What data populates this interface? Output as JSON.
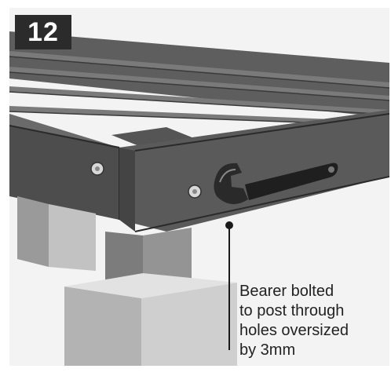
{
  "step": {
    "number": "12"
  },
  "callout": {
    "lines": [
      "Bearer bolted",
      "to post through",
      "holes oversized",
      "by 3mm"
    ]
  },
  "colors": {
    "deck_top": "#6a6a6a",
    "deck_side": "#4d4d4d",
    "post": "#8a8a8a",
    "footing": "#b8b8b8",
    "wrench": "#1f1f1f",
    "badge": "#2b2b2b"
  },
  "icons": [
    "wrench-icon",
    "bolt-icon"
  ]
}
